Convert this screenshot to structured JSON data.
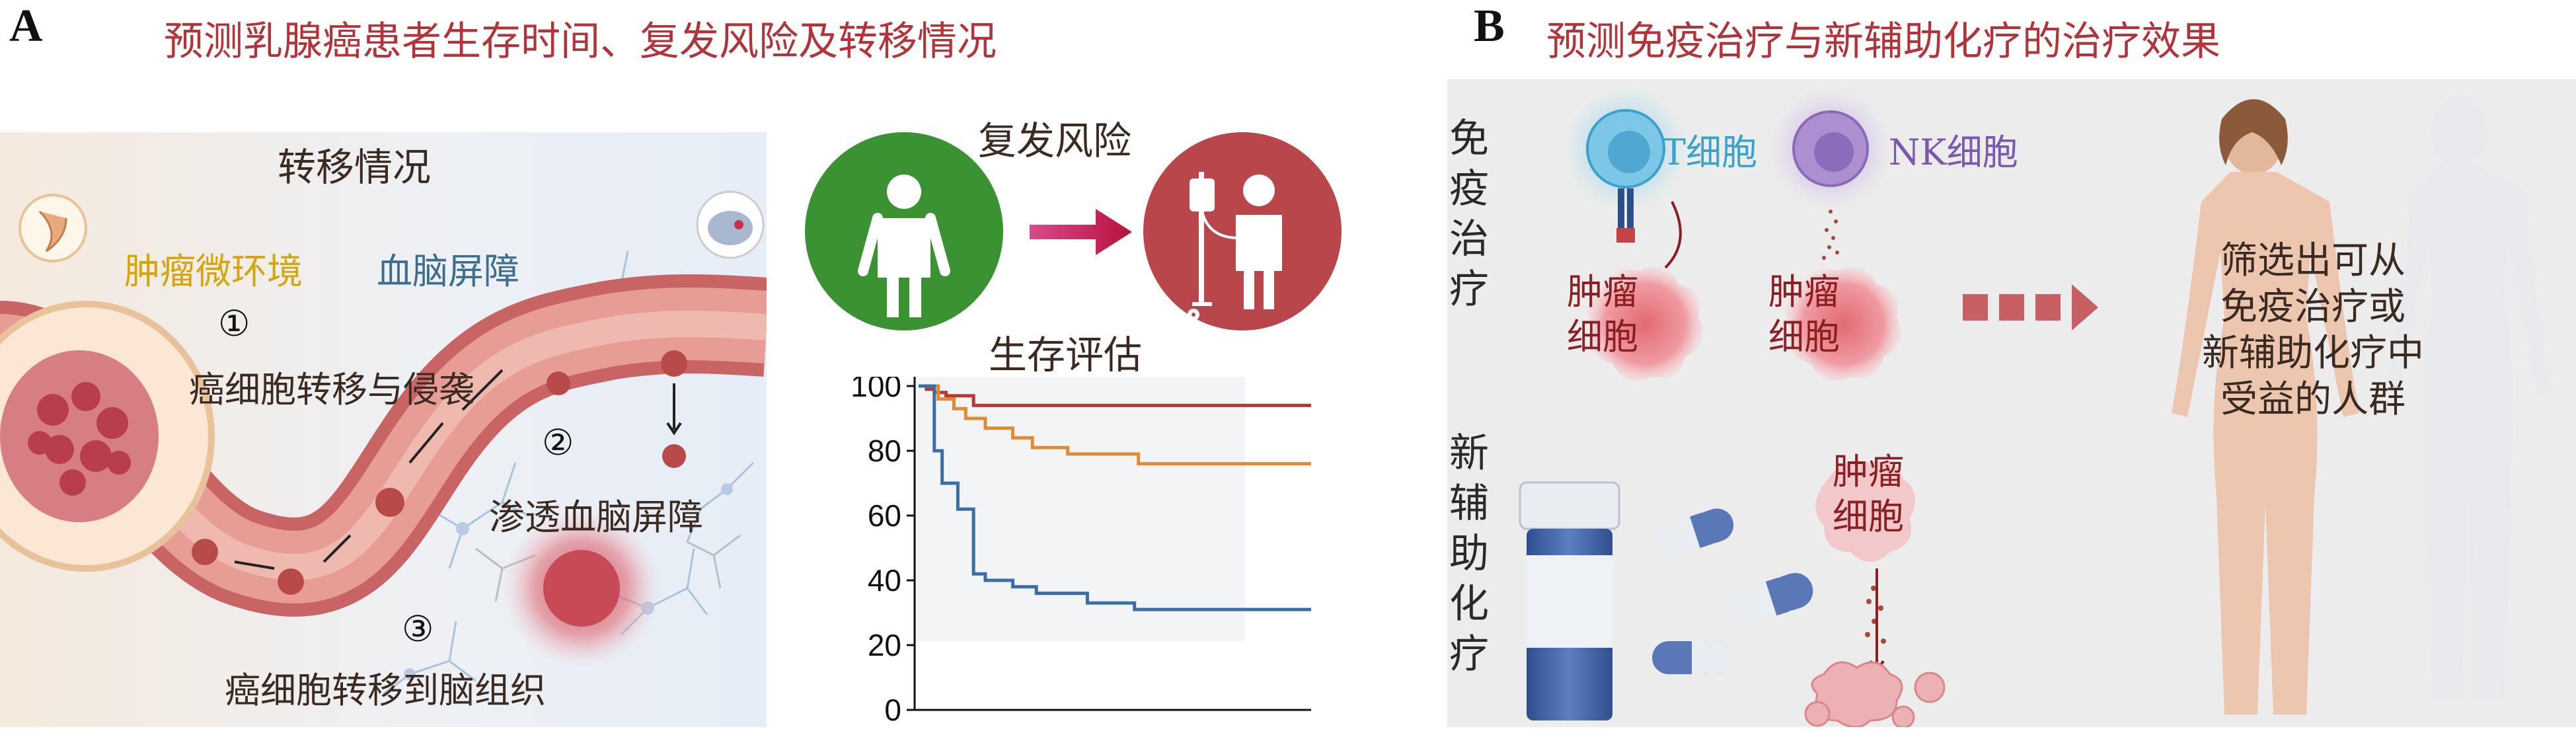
{
  "panelA": {
    "letter": "A",
    "title": "预测乳腺癌患者生存时间、复发风险及转移情况",
    "metastasis": {
      "title": "转移情况",
      "tumor_microenv": "肿瘤微环境",
      "bbb": "血脑屏障",
      "step1_num": "①",
      "step1": "癌细胞转移与侵袭",
      "step2_num": "②",
      "step2": "渗透血脑屏障",
      "step3_num": "③",
      "step3": "癌细胞转移到脑组织"
    },
    "recurrence": {
      "title": "复发风险"
    },
    "survival": {
      "title": "生存评估",
      "chart_data": {
        "type": "line",
        "title": "生存评估",
        "xlabel": "",
        "ylabel": "",
        "ylim": [
          0,
          100
        ],
        "yticks": [
          0,
          20,
          40,
          60,
          80,
          100
        ],
        "grid": false,
        "colors": {
          "red": "#b53a35",
          "orange": "#e08b33",
          "blue": "#3a6ea5"
        },
        "series": [
          {
            "color": "red",
            "x": [
              0,
              2,
              2,
              4,
              4,
              7,
              7,
              14,
              14,
              100
            ],
            "y": [
              100,
              100,
              99,
              99,
              98,
              98,
              97,
              97,
              94,
              94
            ]
          },
          {
            "color": "orange",
            "x": [
              0,
              5,
              5,
              9,
              9,
              12,
              12,
              17,
              17,
              24,
              24,
              29,
              29,
              38,
              38,
              56,
              56,
              100
            ],
            "y": [
              100,
              100,
              96,
              96,
              93,
              93,
              90,
              90,
              87,
              87,
              84,
              84,
              81,
              81,
              79,
              79,
              76,
              76
            ]
          },
          {
            "color": "blue",
            "x": [
              0,
              4,
              4,
              6,
              6,
              10,
              10,
              14,
              14,
              17,
              17,
              24,
              24,
              30,
              30,
              43,
              43,
              55,
              55,
              100
            ],
            "y": [
              100,
              100,
              80,
              80,
              70,
              70,
              62,
              62,
              42,
              42,
              40,
              40,
              38,
              38,
              36,
              36,
              33,
              33,
              31,
              31
            ]
          }
        ]
      }
    }
  },
  "panelB": {
    "letter": "B",
    "title": "预测免疫治疗与新辅助化疗的治疗效果",
    "immuno_label": [
      "免",
      "疫",
      "治",
      "疗"
    ],
    "chemo_label": [
      "新",
      "辅",
      "助",
      "化",
      "疗"
    ],
    "t_cell": "T细胞",
    "nk_cell": "NK细胞",
    "tumor_cell": [
      "肿瘤",
      "细胞"
    ],
    "result": [
      "筛选出可从",
      "免疫治疗或",
      "新辅助化疗中",
      "受益的人群"
    ]
  }
}
